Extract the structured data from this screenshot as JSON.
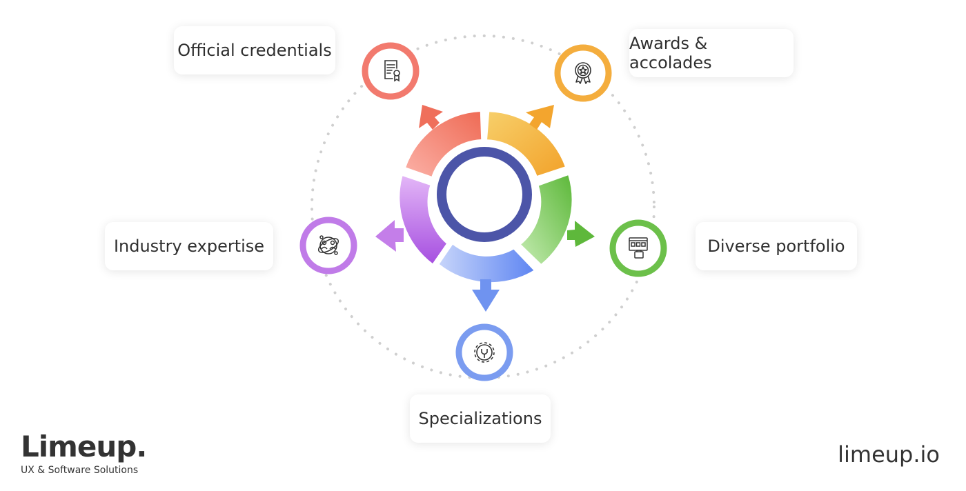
{
  "labels": {
    "credentials": "Official credentials",
    "awards": "Awards & accolades",
    "industry": "Industry expertise",
    "portfolio": "Diverse portfolio",
    "specializations": "Specializations"
  },
  "icons": {
    "credentials": "certificate-icon",
    "awards": "award-medal-icon",
    "industry": "network-people-icon",
    "portfolio": "portfolio-icon",
    "specializations": "gear-wrench-icon"
  },
  "colors": {
    "credentials": "#f27a6e",
    "awards": "#f4ad3d",
    "industry": "#c07be8",
    "portfolio": "#6cc04a",
    "specializations": "#7b9cf0",
    "center": "#4c55a8",
    "dots": "#cfcfcf"
  },
  "brand": {
    "name": "Limeup.",
    "tagline": "UX & Software Solutions",
    "site": "limeup.io"
  }
}
